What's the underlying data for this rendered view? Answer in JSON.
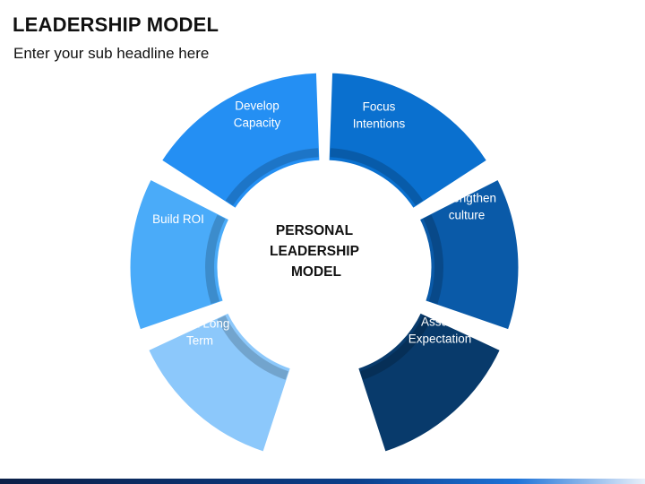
{
  "header": {
    "title": "LEADERSHIP MODEL",
    "subtitle": "Enter your sub headline here"
  },
  "diagram": {
    "center_lines": [
      "PERSONAL",
      "LEADERSHIP",
      "MODEL"
    ],
    "segments": [
      {
        "id": "think-long-term",
        "lines": [
          "Think Long",
          "Term"
        ],
        "color": "#8cc8fb"
      },
      {
        "id": "build-roi",
        "lines": [
          "Build ROI"
        ],
        "color": "#4aabf9"
      },
      {
        "id": "develop-capacity",
        "lines": [
          "Develop",
          "Capacity"
        ],
        "color": "#248ff3"
      },
      {
        "id": "focus-intentions",
        "lines": [
          "Focus",
          "Intentions"
        ],
        "color": "#0a70cf"
      },
      {
        "id": "strengthen-culture",
        "lines": [
          "Strengthen",
          "culture"
        ],
        "color": "#0a5aa8"
      },
      {
        "id": "assure-expectation",
        "lines": [
          "Assure",
          "Expectation"
        ],
        "color": "#083a6b"
      }
    ]
  }
}
